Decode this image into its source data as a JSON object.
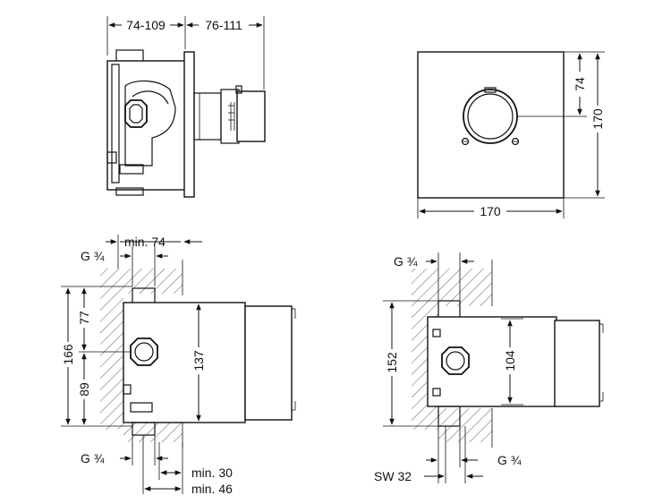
{
  "colors": {
    "line": "#111111",
    "background": "#ffffff"
  },
  "side_view": {
    "dim_left": "74-109",
    "dim_right": "76-111"
  },
  "front_view": {
    "dim_width": "170",
    "dim_height": "170",
    "dim_center": "74"
  },
  "section_left": {
    "thread_top": "G ¾",
    "min_depth": "min. 74",
    "dim_total": "166",
    "dim_upper": "77",
    "dim_lower": "89",
    "dim_body": "137",
    "thread_bottom": "G ¾",
    "min_30": "min. 30",
    "min_46": "min. 46"
  },
  "section_right": {
    "thread_top": "G ¾",
    "dim_total": "152",
    "dim_body": "104",
    "thread_bottom": "G ¾",
    "wrench_size": "SW 32"
  }
}
